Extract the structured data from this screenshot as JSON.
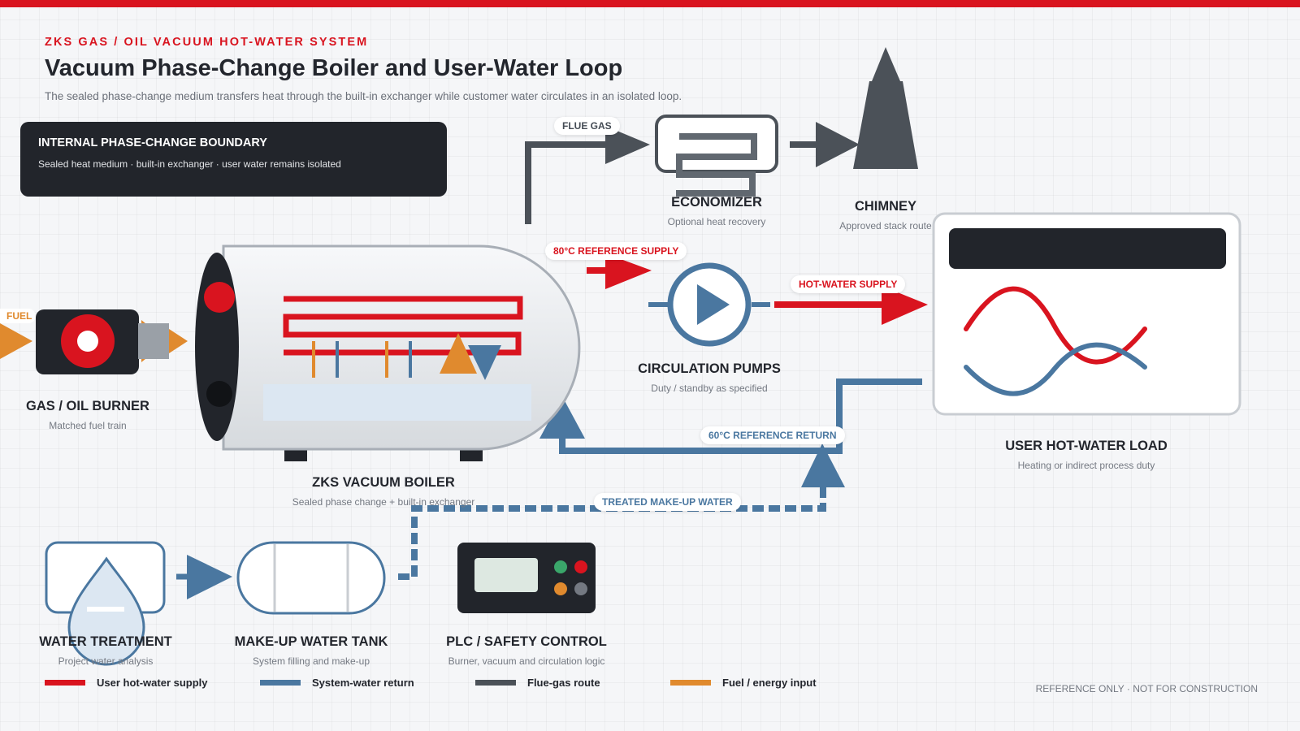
{
  "header": {
    "kicker": "ZKS GAS / OIL VACUUM HOT-WATER SYSTEM",
    "title": "Vacuum Phase-Change Boiler and User-Water Loop",
    "subtitle": "The sealed phase-change medium transfers heat through the built-in exchanger while customer water circulates in an isolated loop."
  },
  "boundary": {
    "title": "INTERNAL PHASE-CHANGE BOUNDARY",
    "subtitle": "Sealed heat medium · built-in exchanger · user water remains isolated"
  },
  "components": {
    "burner": {
      "name": "GAS / OIL BURNER",
      "desc": "Matched fuel train"
    },
    "boiler": {
      "name": "ZKS VACUUM BOILER",
      "desc": "Sealed phase change + built-in exchanger"
    },
    "economizer": {
      "name": "ECONOMIZER",
      "desc": "Optional heat recovery"
    },
    "chimney": {
      "name": "CHIMNEY",
      "desc": "Approved stack route"
    },
    "pumps": {
      "name": "CIRCULATION PUMPS",
      "desc": "Duty / standby as specified"
    },
    "load": {
      "name": "USER HOT-WATER LOAD",
      "desc": "Heating or indirect process duty"
    },
    "treatment": {
      "name": "WATER TREATMENT",
      "desc": "Project water analysis"
    },
    "tank": {
      "name": "MAKE-UP WATER TANK",
      "desc": "System filling and make-up"
    },
    "plc": {
      "name": "PLC / SAFETY CONTROL",
      "desc": "Burner, vacuum and circulation logic"
    }
  },
  "flow_labels": {
    "fuel": "FUEL",
    "flue_gas": "FLUE GAS",
    "supply_ref": "80°C REFERENCE SUPPLY",
    "hot_water_supply": "HOT-WATER SUPPLY",
    "return_ref": "60°C REFERENCE RETURN",
    "makeup": "TREATED MAKE-UP WATER"
  },
  "legend": [
    {
      "label": "User hot-water supply",
      "color": "#d9141f"
    },
    {
      "label": "System-water return",
      "color": "#4a77a0"
    },
    {
      "label": "Flue-gas route",
      "color": "#4b5158"
    },
    {
      "label": "Fuel / energy input",
      "color": "#e08a2e"
    }
  ],
  "disclaimer": "REFERENCE ONLY · NOT FOR CONSTRUCTION",
  "colors": {
    "supply": "#d9141f",
    "return": "#4a77a0",
    "flue": "#4b5158",
    "fuel": "#e08a2e",
    "dark": "#22252b"
  },
  "icons": [
    "burner-icon",
    "boiler-icon",
    "economizer-icon",
    "chimney-icon",
    "pump-icon",
    "heat-exchanger-icon",
    "water-drop-icon",
    "tank-icon",
    "plc-panel-icon"
  ]
}
